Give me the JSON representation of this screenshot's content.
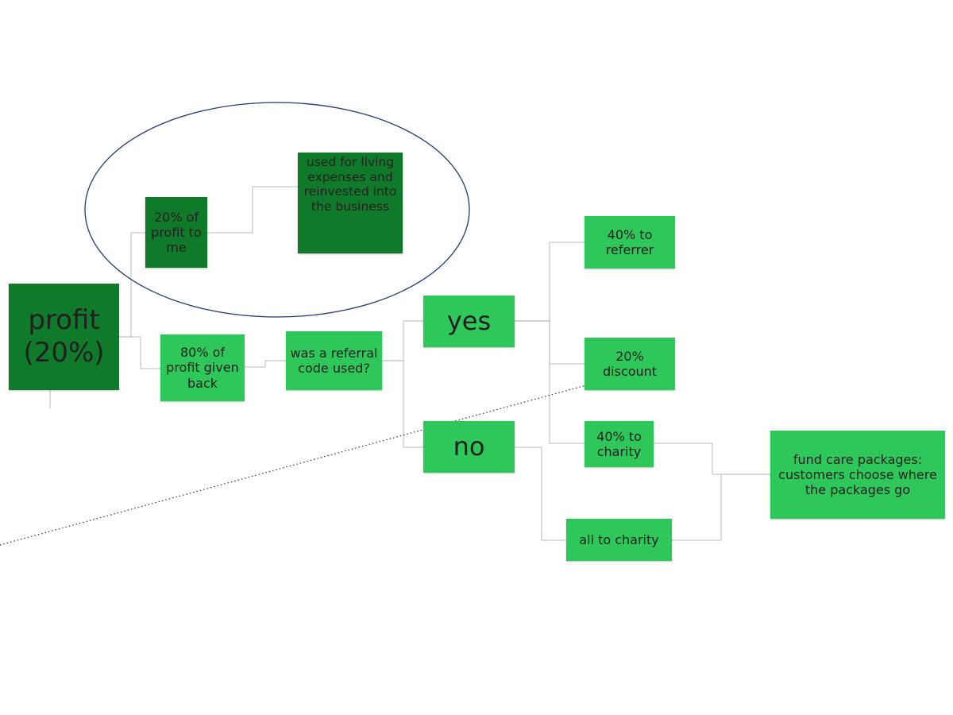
{
  "diagram": {
    "nodes": {
      "profit": {
        "label": "profit (20%)"
      },
      "to_me": {
        "label": "20% of profit to me"
      },
      "living": {
        "label": "used for living expenses and reinvested into the business"
      },
      "given_back": {
        "label": "80% of profit given back"
      },
      "referral_q": {
        "label": "was a referral code used?"
      },
      "yes": {
        "label": "yes"
      },
      "no": {
        "label": "no"
      },
      "referrer": {
        "label": "40% to referrer"
      },
      "discount": {
        "label": "20% discount"
      },
      "charity40": {
        "label": "40% to charity"
      },
      "all_charity": {
        "label": "all to charity"
      },
      "care": {
        "label": "fund care packages: customers choose where the packages go"
      }
    },
    "colors": {
      "dark_node": "#107a2b",
      "light_node": "#2ec75a",
      "connector": "#c8c8c8",
      "ellipse_stroke": "#1f3a78",
      "text": "#202020"
    }
  }
}
